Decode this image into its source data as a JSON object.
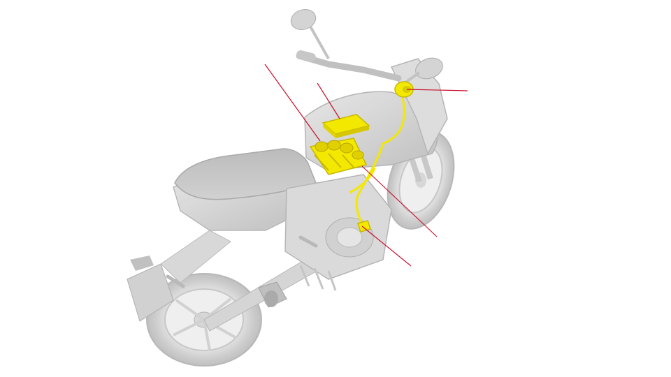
{
  "diagram": {
    "subject": "motorcycle-xray-cutaway",
    "colors": {
      "background": "#ffffff",
      "ghost_body": "#c9c9c9",
      "ghost_body_light": "#e2e2e2",
      "ghost_edge": "#a8a8a8",
      "highlight": "#f3e800",
      "highlight_edge": "#c9b800",
      "leader_line": "#c8102e"
    },
    "highlighted_parts": [
      "throttle-grip-sensor",
      "ecu",
      "throttle-body-assembly",
      "throttle-actuator",
      "control-cable"
    ],
    "callouts": [
      {
        "id": "callout-throttle-bodies",
        "target": "throttle-body-assembly"
      },
      {
        "id": "callout-ecu",
        "target": "ecu"
      },
      {
        "id": "callout-throttle-grip",
        "target": "throttle-grip-sensor"
      },
      {
        "id": "callout-cable-junction",
        "target": "control-cable"
      },
      {
        "id": "callout-throttle-actuator",
        "target": "throttle-actuator"
      }
    ]
  }
}
